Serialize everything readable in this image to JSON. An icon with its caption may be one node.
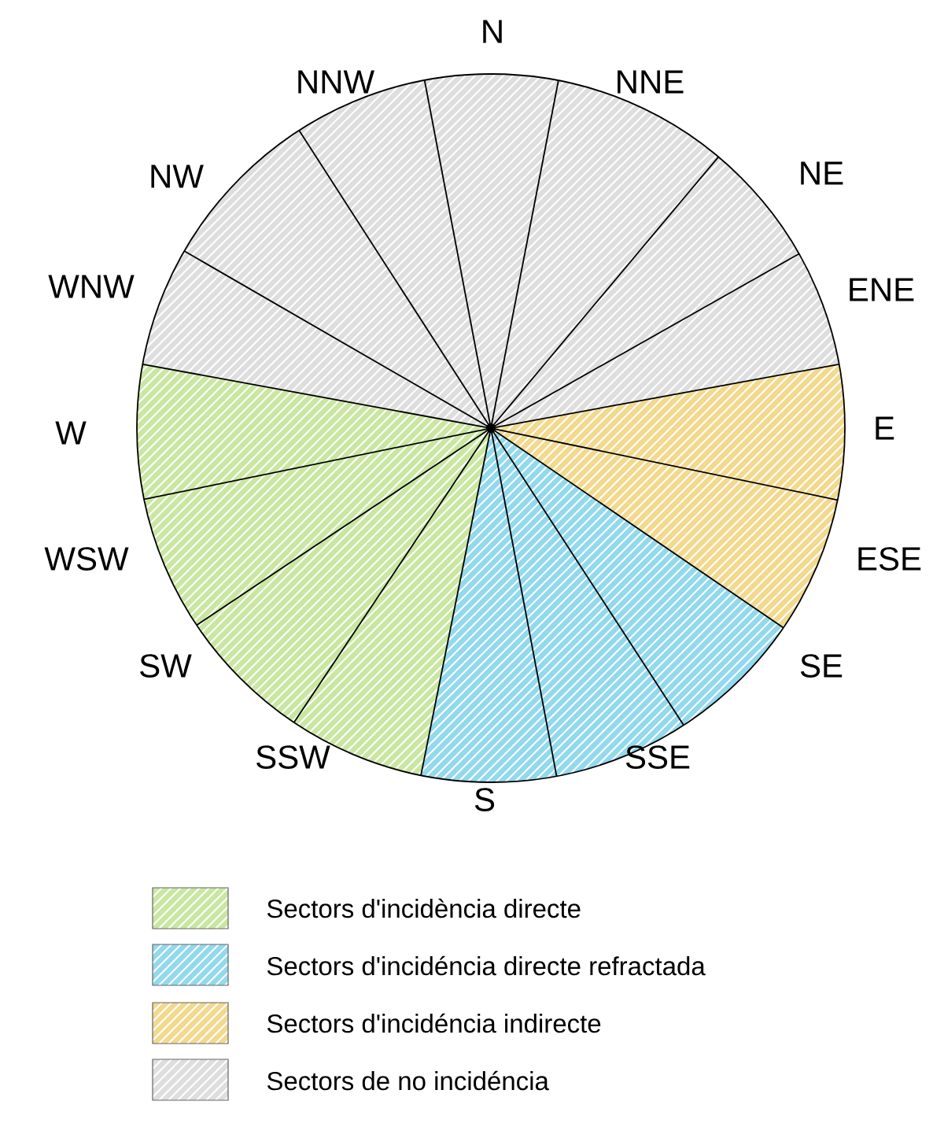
{
  "diagram": {
    "labels": [
      "N",
      "NNW",
      "NNE",
      "NW",
      "NE",
      "WNW",
      "ENE",
      "W",
      "E",
      "WSW",
      "ESE",
      "SW",
      "SE",
      "SSW",
      "SSE",
      "S"
    ],
    "legend": [
      {
        "text": "Sectors d'incidència directe",
        "color": "#c9e7a1"
      },
      {
        "text": "Sectors d'incidéncia directe refractada",
        "color": "#92d9ee"
      },
      {
        "text": "Sectors d'incidéncia indirecte",
        "color": "#f3d98e"
      },
      {
        "text": "Sectors de no incidéncia",
        "color": "#dedede"
      }
    ]
  }
}
